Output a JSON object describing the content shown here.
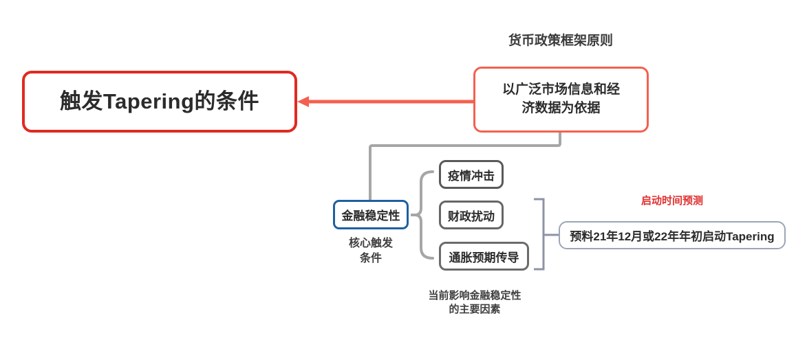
{
  "diagram": {
    "type": "mind-map",
    "background": "#ffffff",
    "root": {
      "text": "触发Tapering的条件",
      "border_color": "#e02a20"
    },
    "principle": {
      "caption": "货币政策框架原则",
      "text": "以广泛市场信息和经\n济数据为依据",
      "line1": "以广泛市场信息和经",
      "line2": "济数据为依据",
      "border_color": "#f4604f"
    },
    "stability": {
      "text": "金融稳定性",
      "border_color": "#1f5fa0",
      "caption_line1": "核心触发",
      "caption_line2": "条件"
    },
    "factors": {
      "caption_line1": "当前影响金融稳定性",
      "caption_line2": "的主要因素",
      "items": [
        {
          "text": "疫情冲击",
          "border_color": "#595959"
        },
        {
          "text": "财政扰动",
          "border_color": "#666666"
        },
        {
          "text": "通胀预期传导",
          "border_color": "#6b6b6b"
        }
      ]
    },
    "prediction": {
      "caption": "启动时间预测",
      "caption_color": "#e03030",
      "text": "预料21年12月或22年年初启动Tapering",
      "border_color": "#9aa5b8"
    },
    "connectors": {
      "arrow_color": "#f4604f",
      "line_color": "#a6a6a6",
      "bracket_color": "#a6a6a6",
      "prediction_line_color": "#8d93a6"
    }
  }
}
